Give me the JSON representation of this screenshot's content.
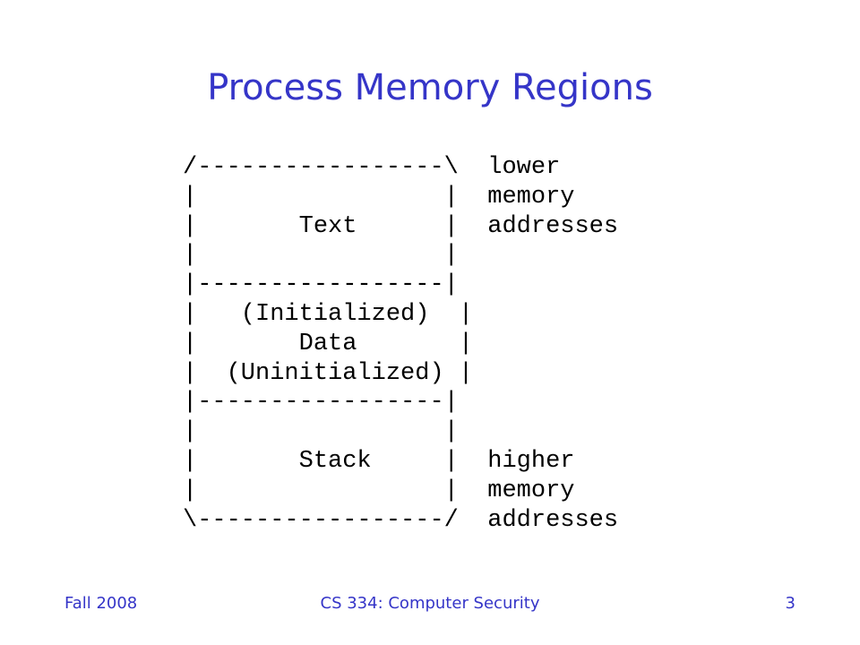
{
  "slide": {
    "title": "Process Memory Regions",
    "diagram_lines": [
      "/-----------------\\  lower",
      "|                 |  memory",
      "|       Text      |  addresses",
      "|                 |",
      "|-----------------|",
      "|   (Initialized)  |",
      "|       Data       |",
      "|  (Uninitialized) |",
      "|-----------------|",
      "|                 |",
      "|       Stack     |  higher",
      "|                 |  memory",
      "\\-----------------/  addresses"
    ],
    "footer": {
      "left": "Fall 2008",
      "center": "CS 334: Computer Security",
      "page_number": "3"
    }
  }
}
